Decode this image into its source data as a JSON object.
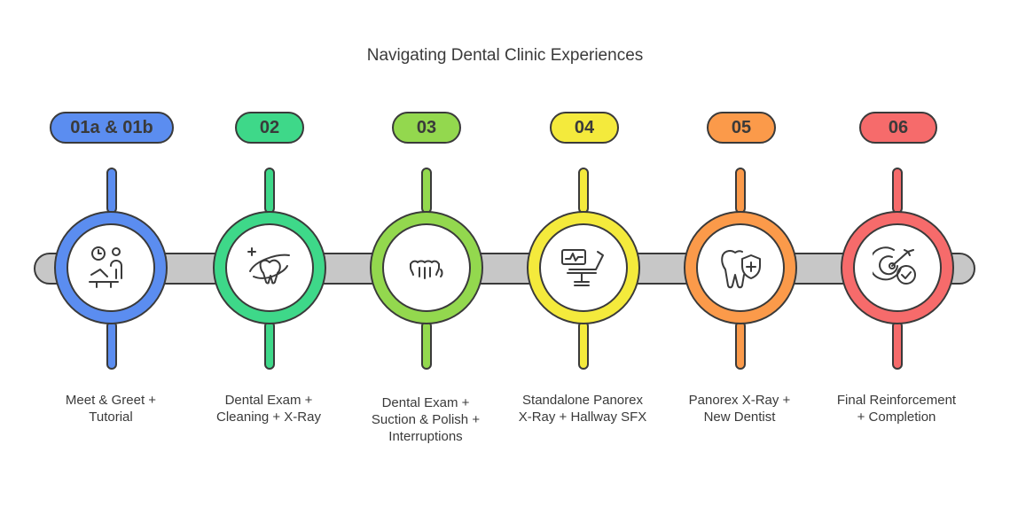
{
  "title": "Navigating Dental Clinic Experiences",
  "steps": [
    {
      "badge": "01a & 01b",
      "color": "#5b8df0",
      "icon": "clock-person-icon",
      "label": [
        "Meet & Greet +",
        "Tutorial"
      ]
    },
    {
      "badge": "02",
      "color": "#3ed889",
      "icon": "tooth-cleaning-icon",
      "label": [
        "Dental Exam +",
        "Cleaning + X-Ray"
      ]
    },
    {
      "badge": "03",
      "color": "#93d84e",
      "icon": "teeth-suction-icon",
      "label": [
        "Dental Exam +",
        "Suction & Polish +",
        "Interruptions"
      ]
    },
    {
      "badge": "04",
      "color": "#f4ea3c",
      "icon": "dental-chair-monitor-icon",
      "label": [
        "Standalone Panorex",
        "X-Ray + Hallway SFX"
      ]
    },
    {
      "badge": "05",
      "color": "#fb9a4a",
      "icon": "tooth-shield-icon",
      "label": [
        "Panorex X-Ray +",
        "New Dentist"
      ]
    },
    {
      "badge": "06",
      "color": "#f66b6b",
      "icon": "target-check-icon",
      "label": [
        "Final Reinforcement",
        "+ Completion"
      ]
    }
  ]
}
